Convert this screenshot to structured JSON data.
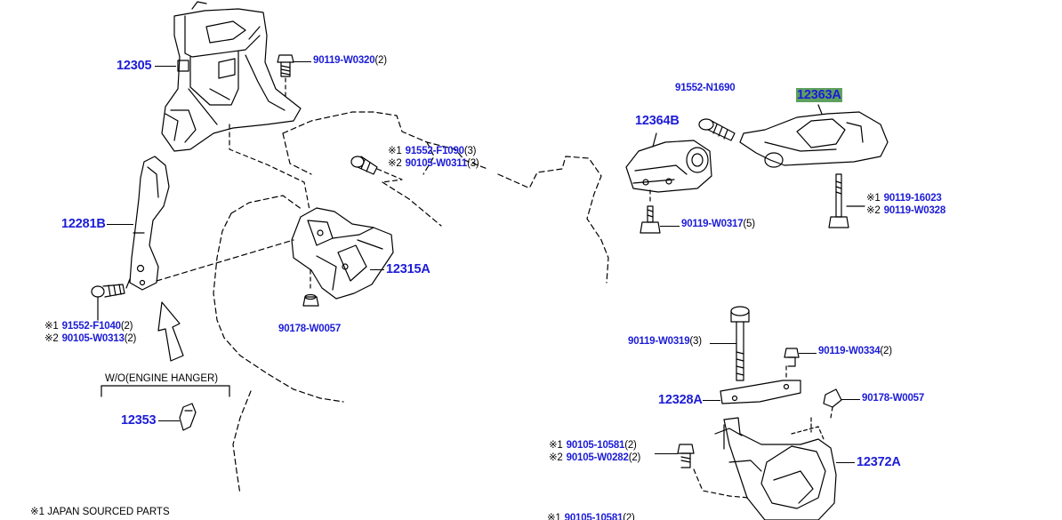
{
  "parts": [
    {
      "id": "p1",
      "code": "12305"
    },
    {
      "id": "p2",
      "code": "90119-W0320",
      "qty": "(2)"
    },
    {
      "id": "p3",
      "code": "91552-F1090",
      "qty": "(3)",
      "mark": "※1"
    },
    {
      "id": "p4",
      "code": "90105-W0311",
      "qty": "(3)",
      "mark": "※2"
    },
    {
      "id": "p5",
      "code": "12281B"
    },
    {
      "id": "p6",
      "code": "12315A"
    },
    {
      "id": "p7",
      "code": "91552-F1040",
      "qty": "(2)",
      "mark": "※1"
    },
    {
      "id": "p8",
      "code": "90105-W0313",
      "qty": "(2)",
      "mark": "※2"
    },
    {
      "id": "p9",
      "code": "90178-W0057"
    },
    {
      "id": "p10",
      "code": "12353"
    },
    {
      "id": "p11",
      "code": "91552-N1690"
    },
    {
      "id": "p12",
      "code": "12363A"
    },
    {
      "id": "p13",
      "code": "12364B"
    },
    {
      "id": "p14",
      "code": "90119-16023",
      "mark": "※1"
    },
    {
      "id": "p15",
      "code": "90119-W0328",
      "mark": "※2"
    },
    {
      "id": "p16",
      "code": "90119-W0317",
      "qty": "(5)"
    },
    {
      "id": "p17",
      "code": "90119-W0319",
      "qty": "(3)"
    },
    {
      "id": "p18",
      "code": "90119-W0334",
      "qty": "(2)"
    },
    {
      "id": "p19",
      "code": "12328A"
    },
    {
      "id": "p20",
      "code": "90178-W0057"
    },
    {
      "id": "p21",
      "code": "12372A"
    },
    {
      "id": "p22",
      "code": "90105-10581",
      "qty": "(2)",
      "mark": "※1"
    },
    {
      "id": "p23",
      "code": "90105-W0282",
      "qty": "(2)",
      "mark": "※2"
    },
    {
      "id": "p24",
      "code": "90105-10581",
      "qty": "(2)",
      "mark": "※1"
    }
  ],
  "notes": {
    "wo_engine_hanger": "W/O(ENGINE HANGER)",
    "footnote1": "※1  JAPAN SOURCED PARTS"
  },
  "colors": {
    "label": "#1c1cd8",
    "highlight": "#5fa060",
    "line": "#000000",
    "background": "#ffffff"
  }
}
